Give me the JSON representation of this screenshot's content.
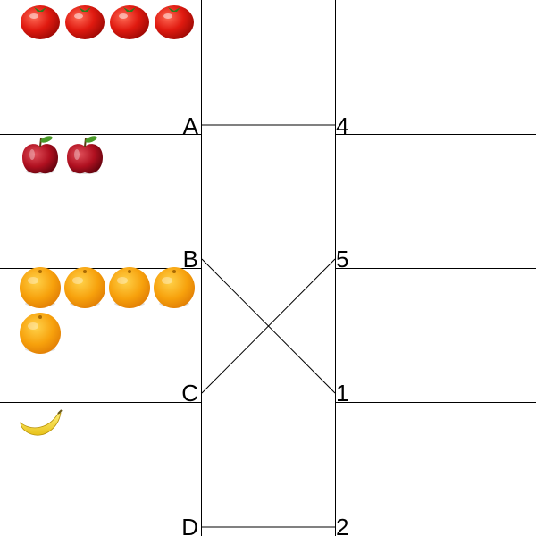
{
  "diagram": {
    "left_labels": [
      "A",
      "B",
      "C",
      "D"
    ],
    "right_labels": [
      "4",
      "5",
      "1",
      "2"
    ],
    "connections": [
      {
        "from": "A",
        "to": "4"
      },
      {
        "from": "B",
        "to": "1"
      },
      {
        "from": "C",
        "to": "5"
      },
      {
        "from": "D",
        "to": "2"
      }
    ],
    "rows": [
      {
        "fruit": "tomato",
        "count": 4
      },
      {
        "fruit": "apple",
        "count": 2
      },
      {
        "fruit": "orange",
        "count": 5
      },
      {
        "fruit": "banana",
        "count": 1
      }
    ]
  }
}
